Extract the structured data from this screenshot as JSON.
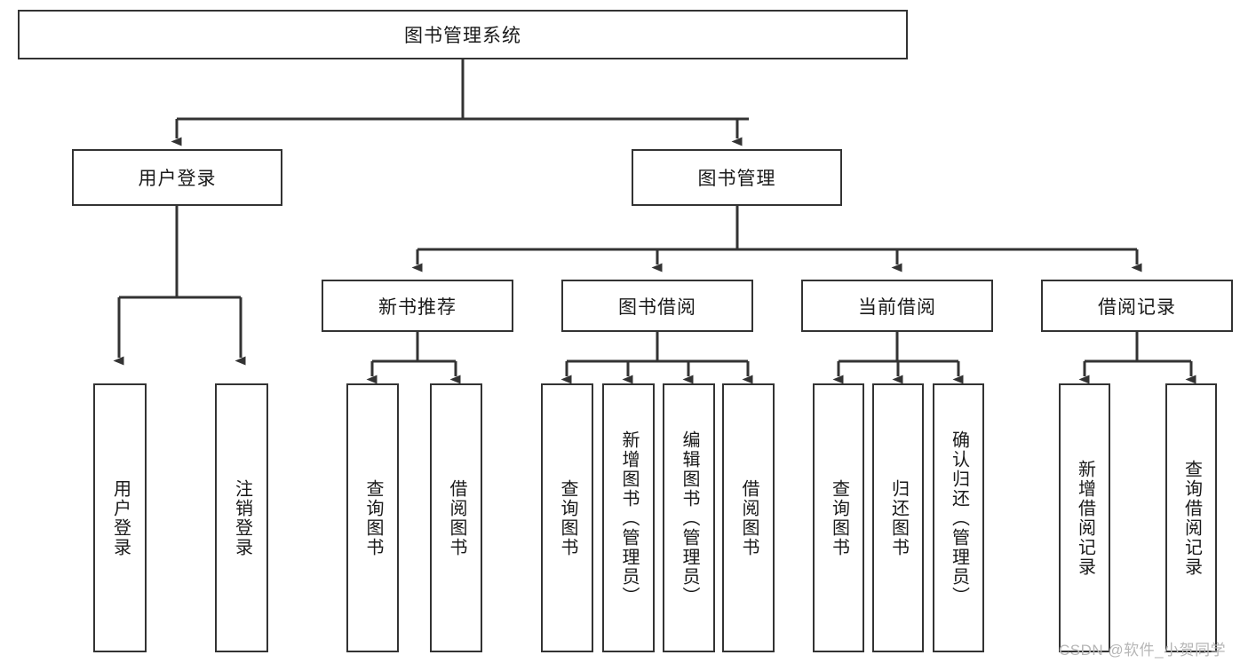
{
  "diagram": {
    "type": "tree-hierarchy-chart",
    "title": "图书管理系统",
    "stroke_color": "#333333",
    "background_color": "#ffffff",
    "text_color": "#1a1a1a",
    "nodes": {
      "root": {
        "label": "图书管理系统"
      },
      "level2": [
        {
          "id": "user-login",
          "label": "用户登录"
        },
        {
          "id": "book-management",
          "label": "图书管理"
        }
      ],
      "level3": [
        {
          "id": "new-book-recommend",
          "label": "新书推荐"
        },
        {
          "id": "book-borrow",
          "label": "图书借阅"
        },
        {
          "id": "current-borrow",
          "label": "当前借阅"
        },
        {
          "id": "borrow-record",
          "label": "借阅记录"
        }
      ],
      "leaves": [
        {
          "id": "leaf-user-login",
          "label": "用户登录",
          "parent": "user-login"
        },
        {
          "id": "leaf-logout-login",
          "label": "注销登录",
          "parent": "user-login"
        },
        {
          "id": "leaf-query-book-1",
          "label": "查询图书",
          "parent": "new-book-recommend"
        },
        {
          "id": "leaf-borrow-book-1",
          "label": "借阅图书",
          "parent": "new-book-recommend"
        },
        {
          "id": "leaf-query-book-2",
          "label": "查询图书",
          "parent": "book-borrow"
        },
        {
          "id": "leaf-add-book",
          "label": "新增图书（管理员）",
          "parent": "book-borrow"
        },
        {
          "id": "leaf-edit-book",
          "label": "编辑图书（管理员）",
          "parent": "book-borrow"
        },
        {
          "id": "leaf-borrow-book-2",
          "label": "借阅图书",
          "parent": "book-borrow"
        },
        {
          "id": "leaf-query-book-3",
          "label": "查询图书",
          "parent": "current-borrow"
        },
        {
          "id": "leaf-return-book",
          "label": "归还图书",
          "parent": "current-borrow"
        },
        {
          "id": "leaf-confirm-return",
          "label": "确认归还（管理员）",
          "parent": "current-borrow"
        },
        {
          "id": "leaf-add-record",
          "label": "新增借阅记录",
          "parent": "borrow-record"
        },
        {
          "id": "leaf-query-record",
          "label": "查询借阅记录",
          "parent": "borrow-record"
        }
      ]
    }
  },
  "watermark": {
    "text": "CSDN @软件_小贺同学"
  }
}
